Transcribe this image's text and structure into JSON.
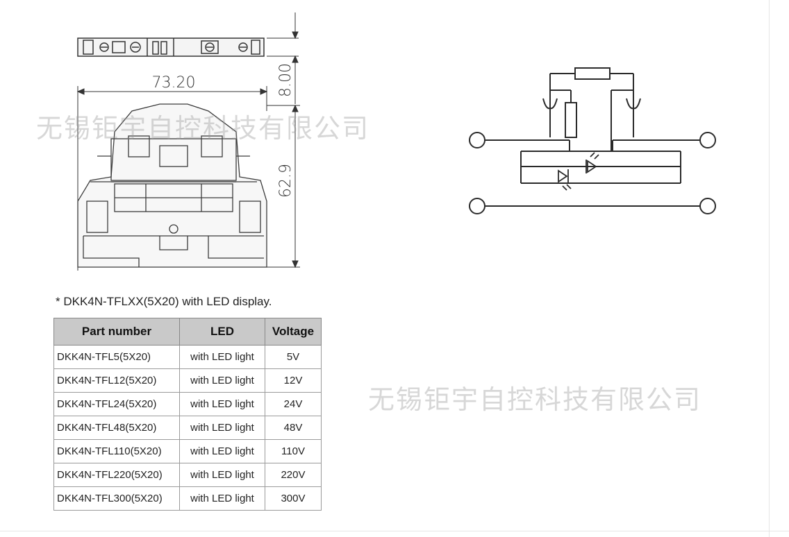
{
  "drawing": {
    "dim_width": "73.20",
    "dim_top": "8.00",
    "dim_height": "62.9"
  },
  "watermark_text": "无锡钜宇自控科技有限公司",
  "caption": "* DKK4N-TFLXX(5X20) with LED display.",
  "table": {
    "headers": [
      "Part number",
      "LED",
      "Voltage"
    ],
    "rows": [
      [
        "DKK4N-TFL5(5X20)",
        "with LED light",
        "5V"
      ],
      [
        "DKK4N-TFL12(5X20)",
        "with LED light",
        "12V"
      ],
      [
        "DKK4N-TFL24(5X20)",
        "with LED light",
        "24V"
      ],
      [
        "DKK4N-TFL48(5X20)",
        "with LED light",
        "48V"
      ],
      [
        "DKK4N-TFL110(5X20)",
        "with LED light",
        "110V"
      ],
      [
        "DKK4N-TFL220(5X20)",
        "with LED light",
        "220V"
      ],
      [
        "DKK4N-TFL300(5X20)",
        "with LED light",
        "300V"
      ]
    ]
  }
}
